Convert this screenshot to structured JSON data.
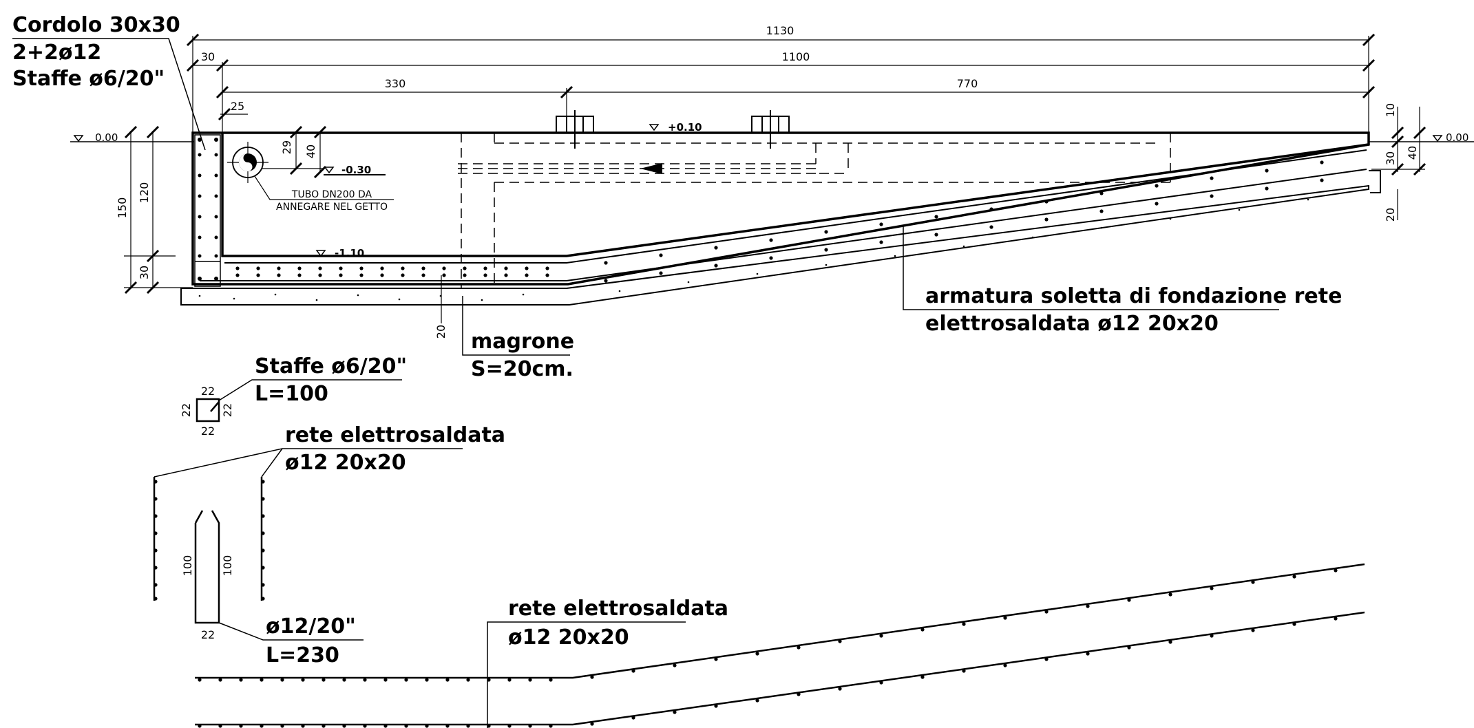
{
  "labels": {
    "cordolo_1": "Cordolo  30x30",
    "cordolo_2": "2+2ø12",
    "cordolo_3": "Staffe  ø6/20\"",
    "tubo_1": "TUBO  DN200  DA",
    "tubo_2": "ANNEGARE  NEL  GETTO",
    "armatura_1": "armatura  soletta  di  fondazione  rete",
    "armatura_2": "elettrosaldata   ø12  20x20",
    "magrone_1": "magrone",
    "magrone_2": "S=20cm.",
    "staffe_1": "Staffe  ø6/20\"",
    "staffe_2": "L=100",
    "rete1_1": "rete  elettrosaldata",
    "rete1_2": "ø12  20x20",
    "ferro_1": "ø12/20\"",
    "ferro_2": "L=230",
    "rete2_1": "rete  elettrosaldata",
    "rete2_2": "ø12  20x20"
  },
  "dimensions": {
    "total": "1130",
    "edge": "30",
    "inner": "1100",
    "left_part": "330",
    "right_part": "770",
    "offset_25": "25",
    "pipe_29": "29",
    "pipe_40": "40",
    "height_150": "150",
    "height_120": "120",
    "base_30": "30",
    "magrone_20": "20",
    "right_10": "10",
    "right_30": "30",
    "right_40": "40",
    "right_20": "20",
    "stirrup_top": "22",
    "stirrup_left": "22",
    "stirrup_right": "22",
    "stirrup_bottom": "22",
    "hook_left": "100",
    "hook_right": "100",
    "hook_bottom": "22"
  },
  "levels": {
    "left_000": "0.00",
    "right_000": "0.00",
    "plus010": "+0.10",
    "minus030": "-0.30",
    "minus110": "-1.10"
  }
}
